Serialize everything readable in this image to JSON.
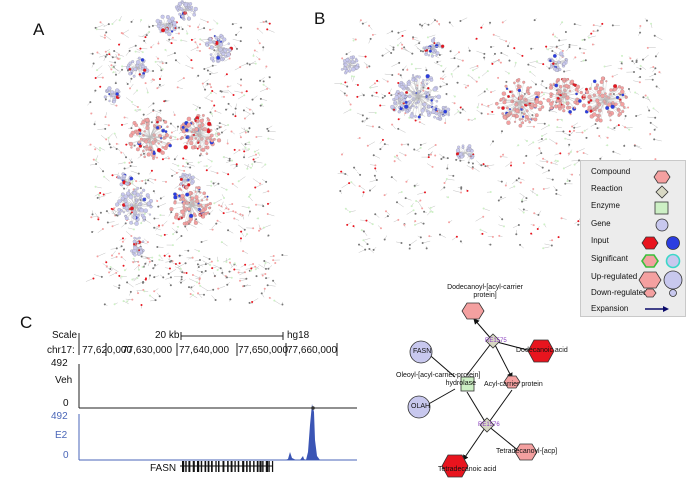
{
  "panels": {
    "a": "A",
    "b": "B",
    "c": "C"
  },
  "legend": {
    "items": [
      "Compound",
      "Reaction",
      "Enzyme",
      "Gene",
      "Input",
      "Significant",
      "Up-regulated",
      "Down-regulated",
      "Expansion"
    ]
  },
  "browser": {
    "scale_label": "Scale",
    "scale_value": "20 kb",
    "assembly": "hg18",
    "chrom": "chr17:",
    "coords": [
      "77,620,000",
      "77,630,000",
      "77,640,000",
      "77,650,000",
      "77,660,000"
    ],
    "tracks": [
      {
        "name": "Veh",
        "max": "492",
        "min": "0"
      },
      {
        "name": "E2",
        "max": "492",
        "min": "0"
      }
    ],
    "gene": "FASN"
  },
  "pathway": {
    "nodes": {
      "dodecanoyl_acp": "Dodecanoyl-[acyl-carrier\nprotein]",
      "dodecanoic_acid": "Dodecanoic acid",
      "fasn": "FASN",
      "olah": "OLAH",
      "hydrolase": "Oleoyl-[acyl-carrier-protein]\nhydrolase",
      "acp": "Acyl-carrier protein",
      "tetradecanoyl_acp": "Tetradecanoyl-[acp]",
      "tetradecanoic_acid": "Tetradecanoic acid",
      "r1": "RE1575",
      "r2": "RE1576"
    }
  },
  "colors": {
    "compound": "#f4a0a0",
    "input": "#e8141e",
    "enzyme": "#cdf0c5",
    "gene": "#c8c8ee",
    "gene_input": "#2b3de0",
    "reaction": "#d8d8c4",
    "e2_signal": "#3b55b5"
  }
}
